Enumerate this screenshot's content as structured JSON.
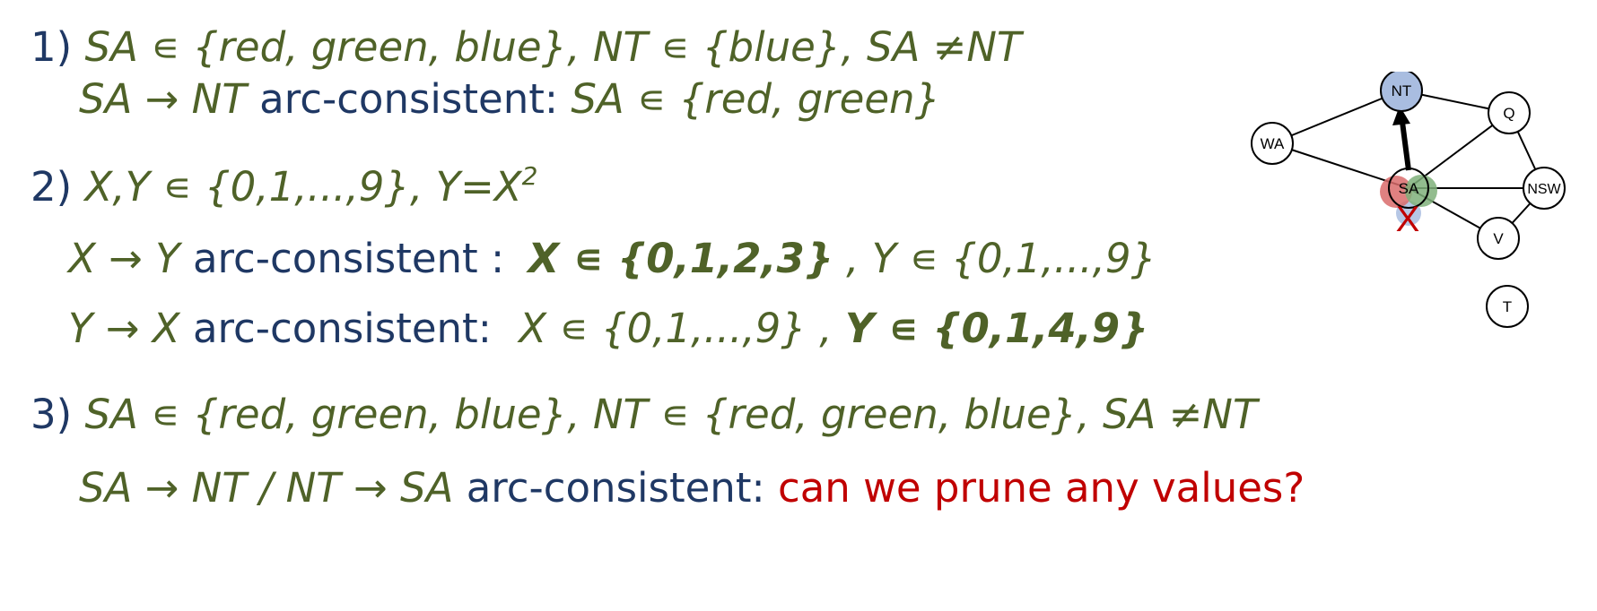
{
  "p1": {
    "num": "1)",
    "expr": "SA ∊ {red, green, blue}, NT ∊ {blue}, SA ≠NT",
    "arc": "SA → NT",
    "label": "arc-consistent:",
    "result": "SA ∊ {red, green}"
  },
  "p2": {
    "num": "2)",
    "expr": "X,Y ∊ {0,1,...,9},   Y=X",
    "exp": "2",
    "arc1": "X → Y",
    "label1": "arc-consistent :",
    "res1_bold": "X ∊ {0,1,2,3}",
    "res1_rest": " , Y ∊ {0,1,...,9}",
    "arc2": "Y → X",
    "label2": "arc-consistent:",
    "res2_rest": "X ∊ {0,1,...,9} , ",
    "res2_bold": "Y ∊ {0,1,4,9}"
  },
  "p3": {
    "num": "3)",
    "expr": "SA ∊ {red, green, blue}, NT ∊ {red, green, blue},  SA ≠NT",
    "arc": "SA → NT / NT → SA",
    "label": "arc-consistent:",
    "question": "can we prune any values?"
  },
  "graph": {
    "nodes": [
      "NT",
      "Q",
      "WA",
      "SA",
      "NSW",
      "V",
      "T"
    ],
    "cross": "X"
  },
  "colors": {
    "math": "#4f6228",
    "text": "#1f3864",
    "question": "#c00000",
    "nt_fill": "#a9bde0",
    "red_domain": "#d96b6b",
    "green_domain": "#7fb07a",
    "blue_domain": "#a9bde0"
  }
}
